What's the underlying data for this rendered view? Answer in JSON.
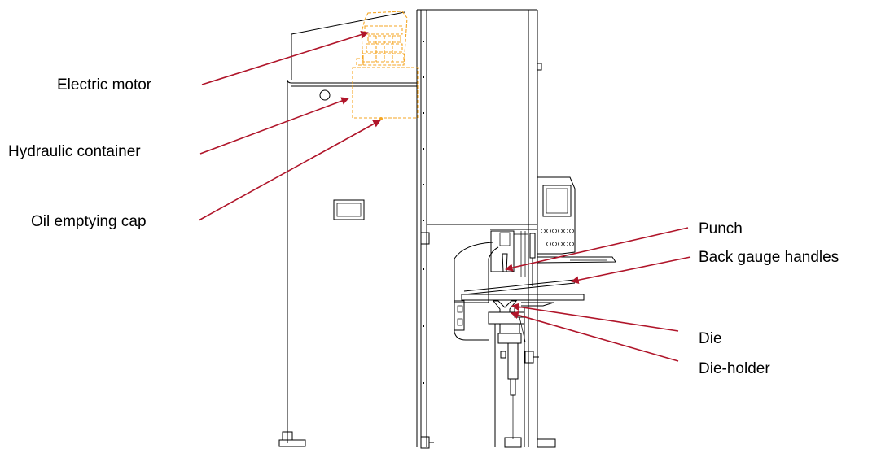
{
  "colors": {
    "leader": "#b0152a",
    "highlight": "#f5a623",
    "line": "#000000"
  },
  "labels": {
    "electric_motor": "Electric motor",
    "hydraulic_container": "Hydraulic container",
    "oil_emptying_cap": "Oil emptying cap",
    "punch": "Punch",
    "back_gauge_handles": "Back gauge handles",
    "die": "Die",
    "die_holder": "Die-holder"
  }
}
